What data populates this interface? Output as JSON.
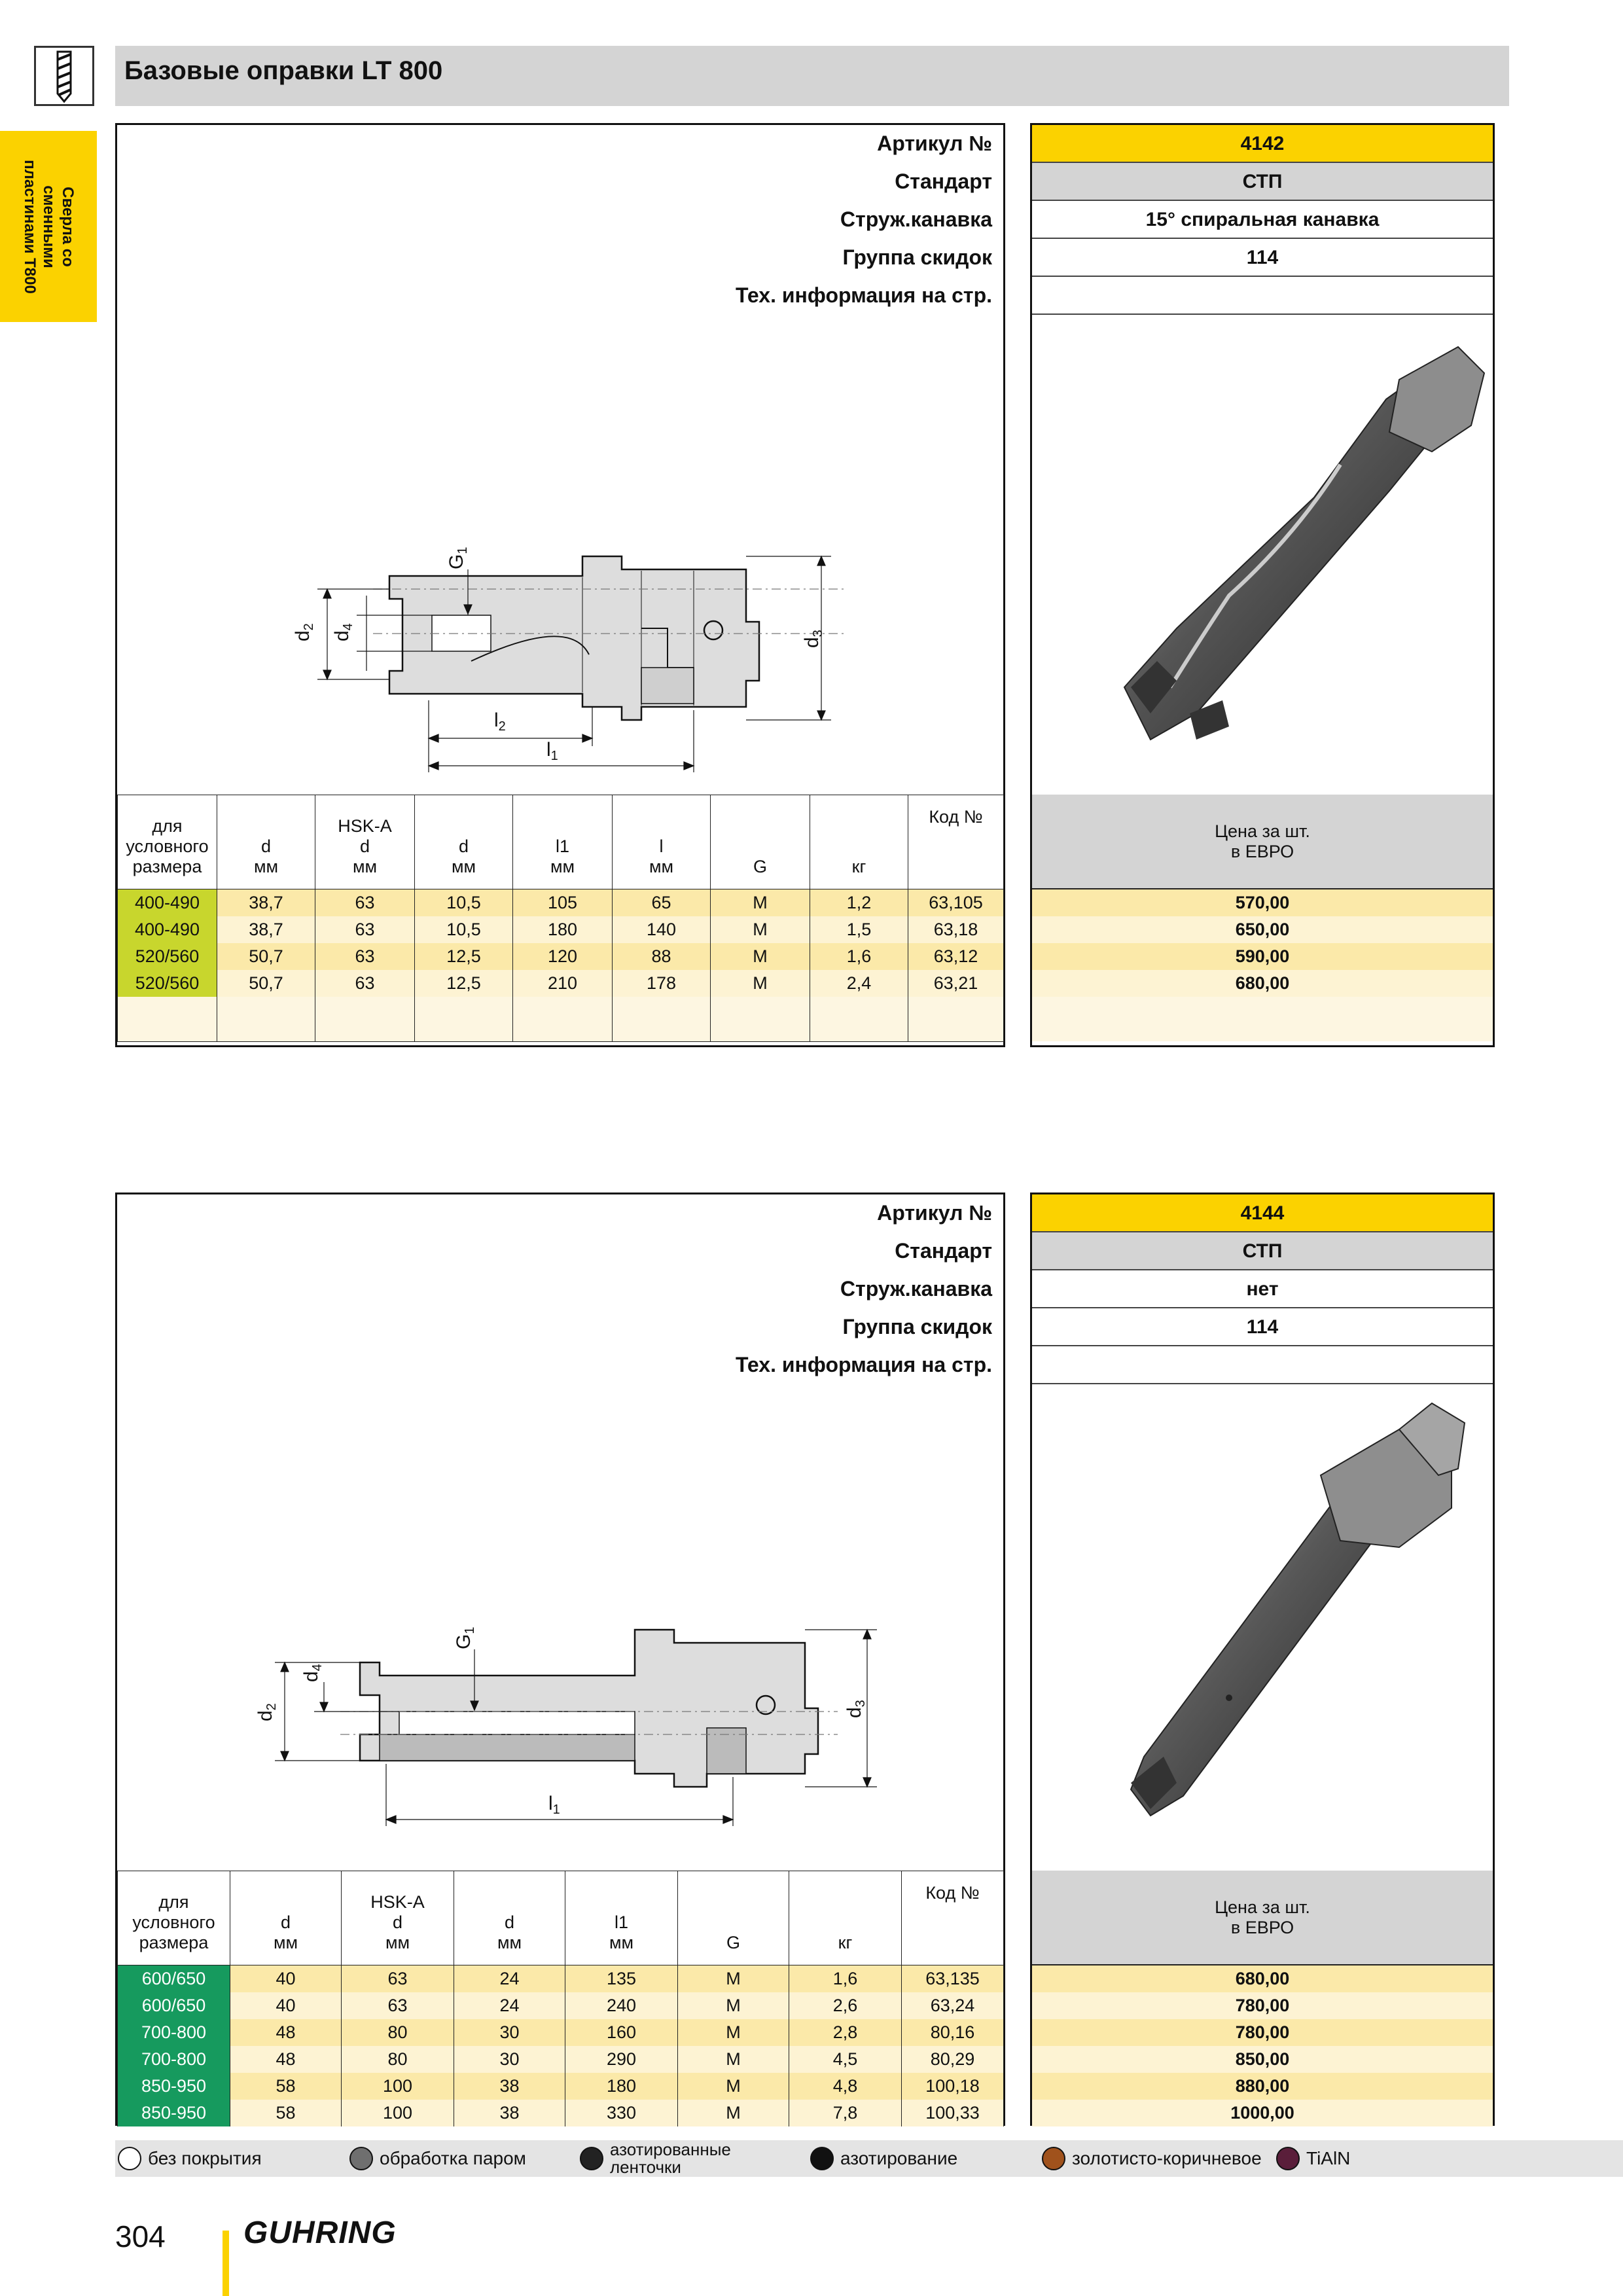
{
  "header": {
    "title": "Базовые оправки LT 800",
    "logo_icon": "drill-bit-icon"
  },
  "side_tab": {
    "label": "Сверла со\nсменными\nпластинами T800"
  },
  "labels": {
    "article": "Артикул №",
    "standard": "Стандарт",
    "flute": "Струж.канавка",
    "discount": "Группа скидок",
    "techinfo": "Тех. информация на стр."
  },
  "products": [
    {
      "article": "4142",
      "standard": "СТП",
      "flute": "15° спиральная канавка",
      "discount": "114",
      "techinfo": "",
      "drawing_labels": {
        "G1": "G",
        "G1sub": "1",
        "d2": "d",
        "d2sub": "2",
        "d4": "d",
        "d4sub": "4",
        "d3": "d",
        "d3sub": "3",
        "l2": "l",
        "l2sub": "2",
        "l1": "l",
        "l1sub": "1"
      },
      "columns": [
        {
          "top": "для",
          "mid": "условного",
          "bot": "размера"
        },
        {
          "top": "",
          "mid": "d",
          "bot": "мм"
        },
        {
          "top": "HSK-A",
          "mid": "d",
          "bot": "мм"
        },
        {
          "top": "",
          "mid": "d",
          "bot": "мм"
        },
        {
          "top": "",
          "mid": "l1",
          "bot": "мм"
        },
        {
          "top": "",
          "mid": "l",
          "bot": "мм"
        },
        {
          "top": "",
          "mid": "G",
          "bot": ""
        },
        {
          "top": "",
          "mid": "",
          "bot": "кг"
        },
        {
          "top": "Код №",
          "mid": "",
          "bot": ""
        }
      ],
      "rows": [
        [
          "400-490",
          "38,7",
          "63",
          "10,5",
          "105",
          "65",
          "M",
          "1,2",
          "63,105"
        ],
        [
          "400-490",
          "38,7",
          "63",
          "10,5",
          "180",
          "140",
          "M",
          "1,5",
          "63,18"
        ],
        [
          "520/560",
          "50,7",
          "63",
          "12,5",
          "120",
          "88",
          "M",
          "1,6",
          "63,12"
        ],
        [
          "520/560",
          "50,7",
          "63",
          "12,5",
          "210",
          "178",
          "M",
          "2,4",
          "63,21"
        ]
      ],
      "price_header": {
        "line1": "Цена за шт.",
        "line2": "в ЕВРО"
      },
      "prices": [
        "570,00",
        "650,00",
        "590,00",
        "680,00"
      ],
      "size_color": "#c8d62d"
    },
    {
      "article": "4144",
      "standard": "СТП",
      "flute": "нет",
      "discount": "114",
      "techinfo": "",
      "drawing_labels": {
        "G1": "G",
        "G1sub": "1",
        "d2": "d",
        "d2sub": "2",
        "d4": "d",
        "d4sub": "4",
        "d3": "d",
        "d3sub": "3",
        "l1": "l",
        "l1sub": "1"
      },
      "columns": [
        {
          "top": "для",
          "mid": "условного",
          "bot": "размера"
        },
        {
          "top": "",
          "mid": "d",
          "bot": "мм"
        },
        {
          "top": "HSK-A",
          "mid": "d",
          "bot": "мм"
        },
        {
          "top": "",
          "mid": "d",
          "bot": "мм"
        },
        {
          "top": "",
          "mid": "l1",
          "bot": "мм"
        },
        {
          "top": "",
          "mid": "G",
          "bot": ""
        },
        {
          "top": "",
          "mid": "",
          "bot": "кг"
        },
        {
          "top": "Код №",
          "mid": "",
          "bot": ""
        }
      ],
      "rows": [
        [
          "600/650",
          "40",
          "63",
          "24",
          "135",
          "M",
          "1,6",
          "63,135"
        ],
        [
          "600/650",
          "40",
          "63",
          "24",
          "240",
          "M",
          "2,6",
          "63,24"
        ],
        [
          "700-800",
          "48",
          "80",
          "30",
          "160",
          "M",
          "2,8",
          "80,16"
        ],
        [
          "700-800",
          "48",
          "80",
          "30",
          "290",
          "M",
          "4,5",
          "80,29"
        ],
        [
          "850-950",
          "58",
          "100",
          "38",
          "180",
          "M",
          "4,8",
          "100,18"
        ],
        [
          "850-950",
          "58",
          "100",
          "38",
          "330",
          "M",
          "7,8",
          "100,33"
        ]
      ],
      "price_header": {
        "line1": "Цена за шт.",
        "line2": "в ЕВРО"
      },
      "prices": [
        "680,00",
        "780,00",
        "780,00",
        "850,00",
        "880,00",
        "1000,00"
      ],
      "size_color": "#169a5e"
    }
  ],
  "legend": [
    {
      "label": "без покрытия",
      "color": "#ffffff",
      "icon": "uncoated-icon"
    },
    {
      "label": "обработка паром",
      "color": "#6f6f6f",
      "icon": "steam-treated-icon"
    },
    {
      "label": "азотированные\nленточки",
      "color": "#222222",
      "icon": "nitrided-margins-icon"
    },
    {
      "label": "азотирование",
      "color": "#111111",
      "icon": "nitrided-icon"
    },
    {
      "label": "золотисто-коричневое",
      "color": "#a0521c",
      "icon": "gold-brown-icon"
    },
    {
      "label": "TiAlN",
      "color": "#5a1e3a",
      "icon": "tialn-icon"
    }
  ],
  "footer": {
    "page": "304",
    "brand": "GUHRING"
  },
  "colors": {
    "accent": "#fbd200",
    "header_gray": "#d4d4d4"
  }
}
